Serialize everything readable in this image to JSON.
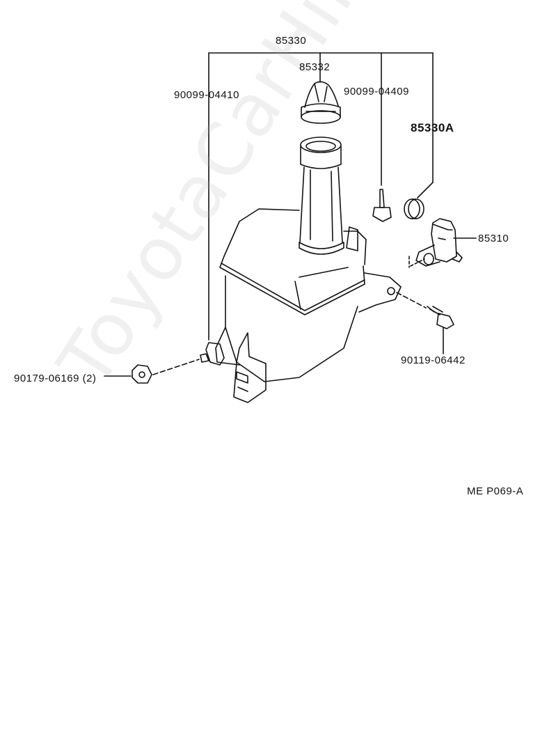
{
  "watermark": "ToyotaCarHire.ru",
  "labels": {
    "assembly": "85330",
    "cap": "85332",
    "clip_left": "90099-04410",
    "clip_right": "90099-04409",
    "assembly_a": "85330A",
    "pump": "85310",
    "bolt": "90119-06442",
    "nut": "90179-06169 (2)",
    "diagram_code": "ME P069-A"
  }
}
